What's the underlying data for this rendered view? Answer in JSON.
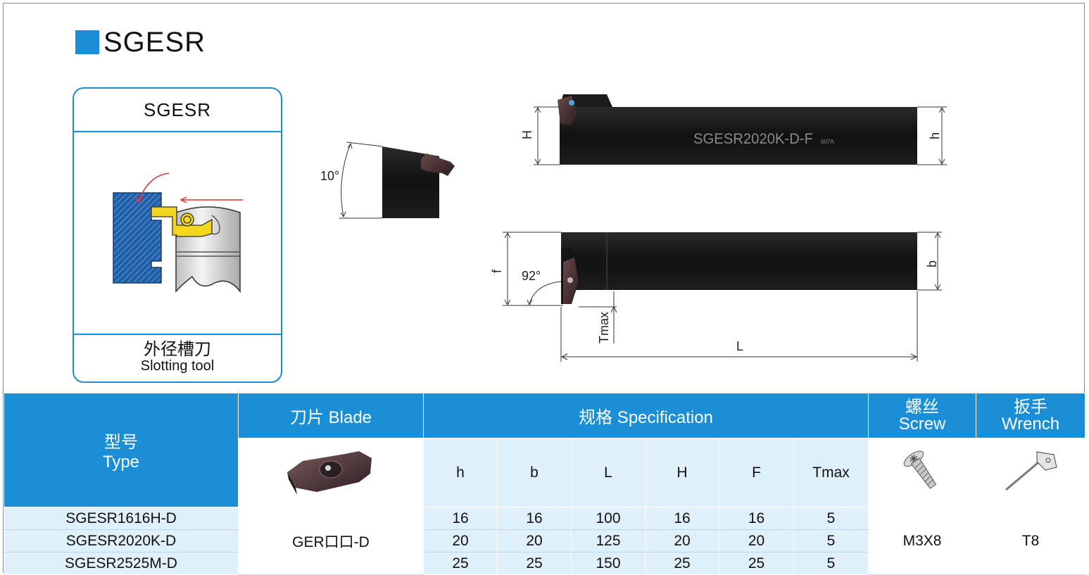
{
  "title": "SGESR",
  "type_box": {
    "header": "SGESR",
    "footer_cn": "外径槽刀",
    "footer_en": "Slotting tool"
  },
  "drawing": {
    "angle_side": "10°",
    "angle_bottom": "92°",
    "shank_marking": "SGESR2020K-D-F",
    "shank_small_marking": "007A",
    "dim_H": "H",
    "dim_h": "h",
    "dim_f": "f",
    "dim_b": "b",
    "dim_L": "L",
    "dim_Tmax": "Tmax"
  },
  "table": {
    "type_cn": "型号",
    "type_en": "Type",
    "blade_label": "刀片 Blade",
    "spec_label": "规格 Specification",
    "screw_cn": "螺丝",
    "screw_en": "Screw",
    "wrench_cn": "扳手",
    "wrench_en": "Wrench",
    "cols": [
      "h",
      "b",
      "L",
      "H",
      "F",
      "Tmax"
    ],
    "rows": [
      {
        "type": "SGESR1616H-D",
        "h": "16",
        "b": "16",
        "L": "100",
        "H": "16",
        "F": "16",
        "Tmax": "5"
      },
      {
        "type": "SGESR2020K-D",
        "h": "20",
        "b": "20",
        "L": "125",
        "H": "20",
        "F": "20",
        "Tmax": "5"
      },
      {
        "type": "SGESR2525M-D",
        "h": "25",
        "b": "25",
        "L": "150",
        "H": "25",
        "F": "25",
        "Tmax": "5"
      }
    ],
    "blade_value": "GER口口-D",
    "screw_value": "M3X8",
    "wrench_value": "T8"
  }
}
